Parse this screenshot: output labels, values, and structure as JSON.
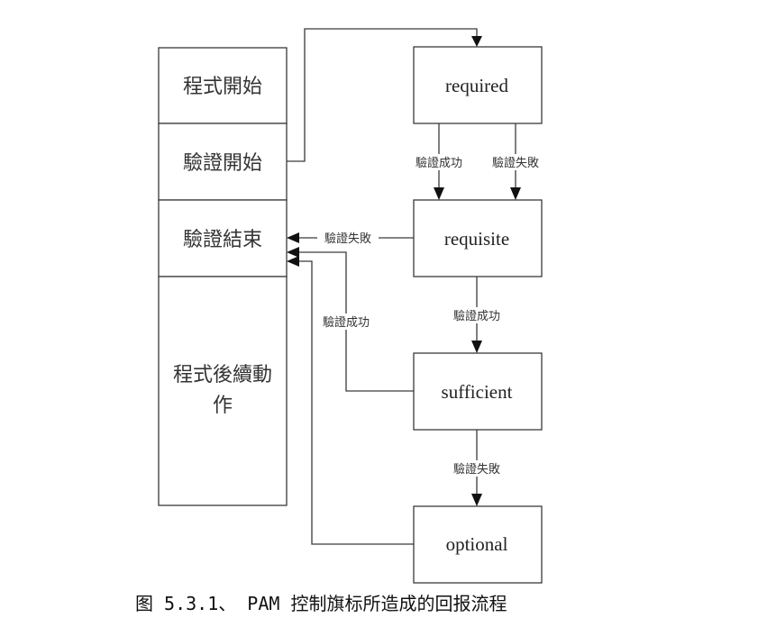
{
  "program_column": {
    "start": "程式開始",
    "auth_start": "驗證開始",
    "auth_end": "驗證結束",
    "after_line1": "程式後續動",
    "after_line2": "作"
  },
  "flags": {
    "required": "required",
    "requisite": "requisite",
    "sufficient": "sufficient",
    "optional": "optional"
  },
  "edge_labels": {
    "required_success": "驗證成功",
    "required_failure": "驗證失敗",
    "requisite_failure": "驗證失敗",
    "requisite_success": "驗證成功",
    "sufficient_success": "驗證成功",
    "sufficient_failure": "驗證失敗"
  },
  "caption": "图 5.3.1、 PAM 控制旗标所造成的回报流程"
}
